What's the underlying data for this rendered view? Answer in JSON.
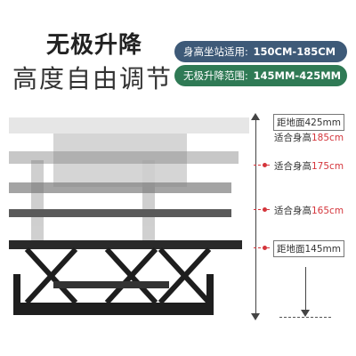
{
  "headline": "无极升降",
  "subheadline": "高度自由调节",
  "badges": [
    {
      "label": "身高坐站适用:",
      "value": "150CM-185CM",
      "color": "#3e5a78"
    },
    {
      "label": "无极升降范围:",
      "value": "145MM-425MM",
      "color": "#2f7a55"
    }
  ],
  "measurements": {
    "max_label": "距地面",
    "max_value": "425mm",
    "min_label": "距地面",
    "min_value": "145mm",
    "suit_label": "适合身高",
    "heights": [
      "185cm",
      "175cm",
      "165cm"
    ]
  },
  "colors": {
    "accent_red": "#d4353b",
    "desk_dark": "#1e1e1e"
  }
}
